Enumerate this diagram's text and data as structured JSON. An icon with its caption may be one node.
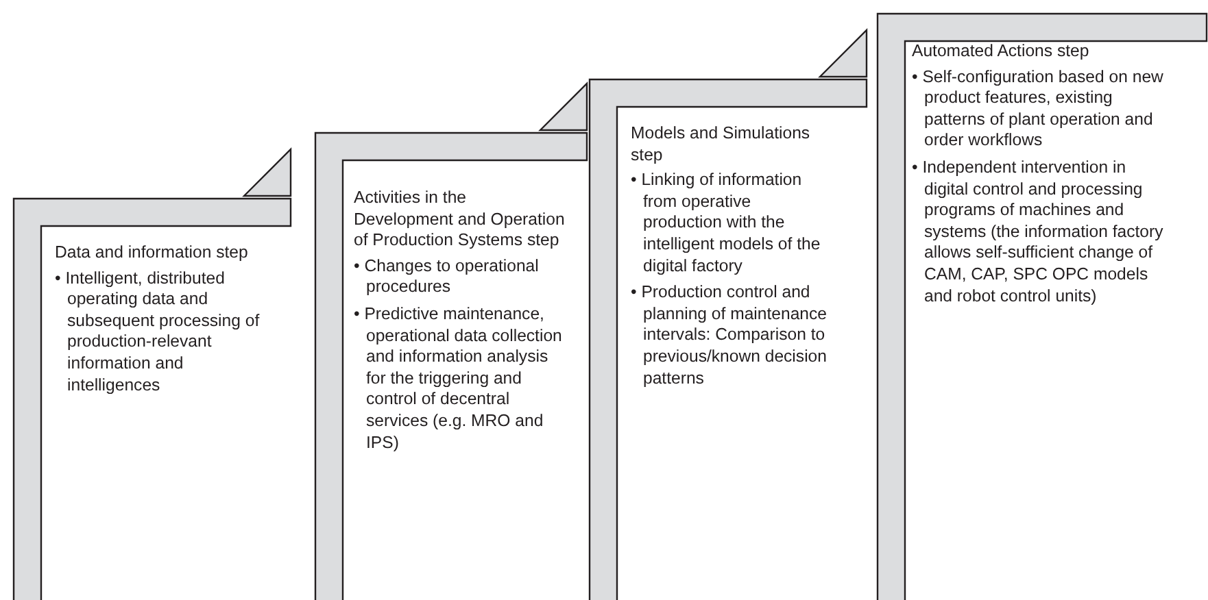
{
  "diagram": {
    "nodes": [
      {
        "text": [
          "Data and information step",
          "• Intelligent, distributed operating data and subsequent processing of production-relevant information and intelligences"
        ]
      },
      {
        "text": [
          "Activities in the Development and Operation of Production Systems step",
          "• Changes to operational procedures",
          "• Predictive maintenance, operational data collection and information analysis for the triggering and control of decentral services (e.g. MRO and IPS)"
        ]
      },
      {
        "text": [
          "Models and Simulations step",
          "• Linking of information from operative production with the intelligent models of the digital factory",
          "• Production control and planning of maintenance intervals: Comparison to previous/known decision patterns"
        ]
      },
      {
        "text": [
          "Automated Actions step",
          "• Self-configuration based on new product features, existing patterns of plant operation and order workflows",
          "• Independent intervention in digital control and processing programs of machines and systems (the information factory allows self-sufficient change of CAM, CAP, SPC OPC models and robot control units)"
        ]
      }
    ]
  }
}
